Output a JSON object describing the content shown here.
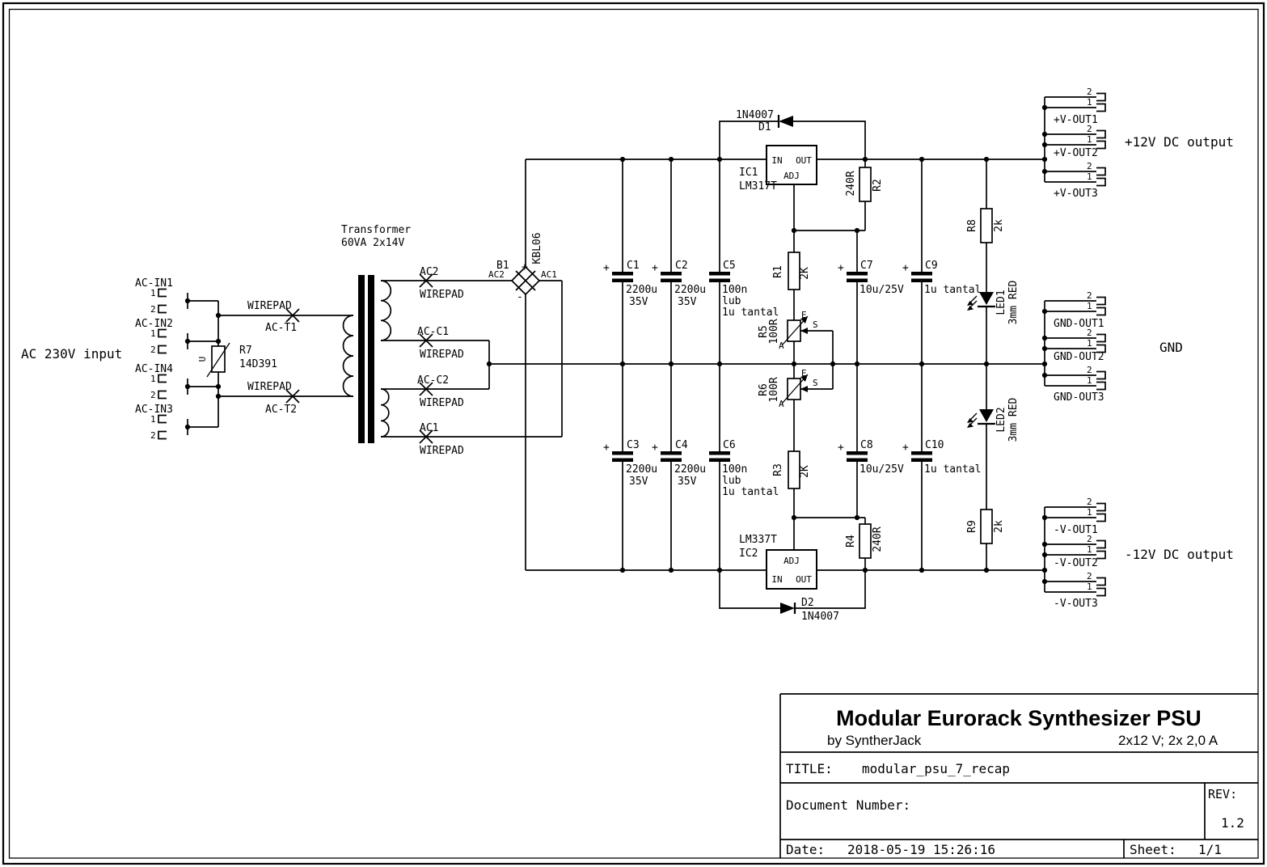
{
  "section_labels": {
    "ac_input": "AC 230V input",
    "pos_out": "+12V DC output",
    "gnd_out": "GND",
    "neg_out": "-12V DC output"
  },
  "pins": {
    "p1": "1",
    "p2": "2",
    "plus": "+",
    "minus": "-",
    "in": "IN",
    "out": "OUT",
    "adj": "ADJ",
    "e": "E",
    "s": "S",
    "a": "A"
  },
  "conn_in": [
    {
      "name": "AC-IN1"
    },
    {
      "name": "AC-IN2"
    },
    {
      "name": "AC-IN4"
    },
    {
      "name": "AC-IN3"
    }
  ],
  "conn_out": [
    {
      "name": "+V-OUT1"
    },
    {
      "name": "+V-OUT2"
    },
    {
      "name": "+V-OUT3"
    },
    {
      "name": "GND-OUT1"
    },
    {
      "name": "GND-OUT2"
    },
    {
      "name": "GND-OUT3"
    },
    {
      "name": "-V-OUT1"
    },
    {
      "name": "-V-OUT2"
    },
    {
      "name": "-V-OUT3"
    }
  ],
  "wirepad_label": "WIREPAD",
  "pads": {
    "t1": "AC-T1",
    "t2": "AC-T2",
    "ac2": "AC2",
    "c1": "AC-C1",
    "c2": "AC-C2",
    "ac1": "AC1"
  },
  "transformer": {
    "line1": "Transformer",
    "line2": "60VA 2x14V"
  },
  "r7": {
    "ref": "R7",
    "val": "14D391",
    "sym": "U"
  },
  "bridge": {
    "ref": "B1",
    "val": "KBL06"
  },
  "d1": {
    "ref": "D1",
    "val": "1N4007"
  },
  "d2": {
    "ref": "D2",
    "val": "1N4007"
  },
  "ic1": {
    "ref": "IC1",
    "val": "LM317T"
  },
  "ic2": {
    "ref": "IC2",
    "val": "LM337T"
  },
  "caps": {
    "c1": {
      "ref": "C1",
      "v1": "2200u",
      "v2": "35V"
    },
    "c2": {
      "ref": "C2",
      "v1": "2200u",
      "v2": "35V"
    },
    "c3": {
      "ref": "C3",
      "v1": "2200u",
      "v2": "35V"
    },
    "c4": {
      "ref": "C4",
      "v1": "2200u",
      "v2": "35V"
    },
    "c5": {
      "ref": "C5",
      "v1": "100n",
      "v2": "lub",
      "v3": "1u tantal"
    },
    "c6": {
      "ref": "C6",
      "v1": "100n",
      "v2": "lub",
      "v3": "1u tantal"
    },
    "c7": {
      "ref": "C7",
      "v1": "10u/25V"
    },
    "c8": {
      "ref": "C8",
      "v1": "10u/25V"
    },
    "c9": {
      "ref": "C9",
      "v1": "1u tantal"
    },
    "c10": {
      "ref": "C10",
      "v1": "1u tantal"
    }
  },
  "res": {
    "r1": {
      "ref": "R1",
      "val": "2K"
    },
    "r2": {
      "ref": "R2",
      "val": "240R"
    },
    "r3": {
      "ref": "R3",
      "val": "2K"
    },
    "r4": {
      "ref": "R4",
      "val": "240R"
    },
    "r5": {
      "ref": "R5",
      "val": "100R"
    },
    "r6": {
      "ref": "R6",
      "val": "100R"
    },
    "r8": {
      "ref": "R8",
      "val": "2k"
    },
    "r9": {
      "ref": "R9",
      "val": "2k"
    }
  },
  "leds": {
    "led1": {
      "ref": "LED1",
      "val": "3mm RED"
    },
    "led2": {
      "ref": "LED2",
      "val": "3mm RED"
    }
  },
  "titleblock": {
    "title": "Modular Eurorack Synthesizer PSU",
    "author": "by SyntherJack",
    "spec": "2x12 V; 2x 2,0 A",
    "title_label": "TITLE:",
    "title_value": "modular_psu_7_recap",
    "doc_label": "Document Number:",
    "rev_label": "REV:",
    "rev_value": "1.2",
    "date_label": "Date:",
    "date_value": "2018-05-19 15:26:16",
    "sheet_label": "Sheet:",
    "sheet_value": "1/1"
  }
}
